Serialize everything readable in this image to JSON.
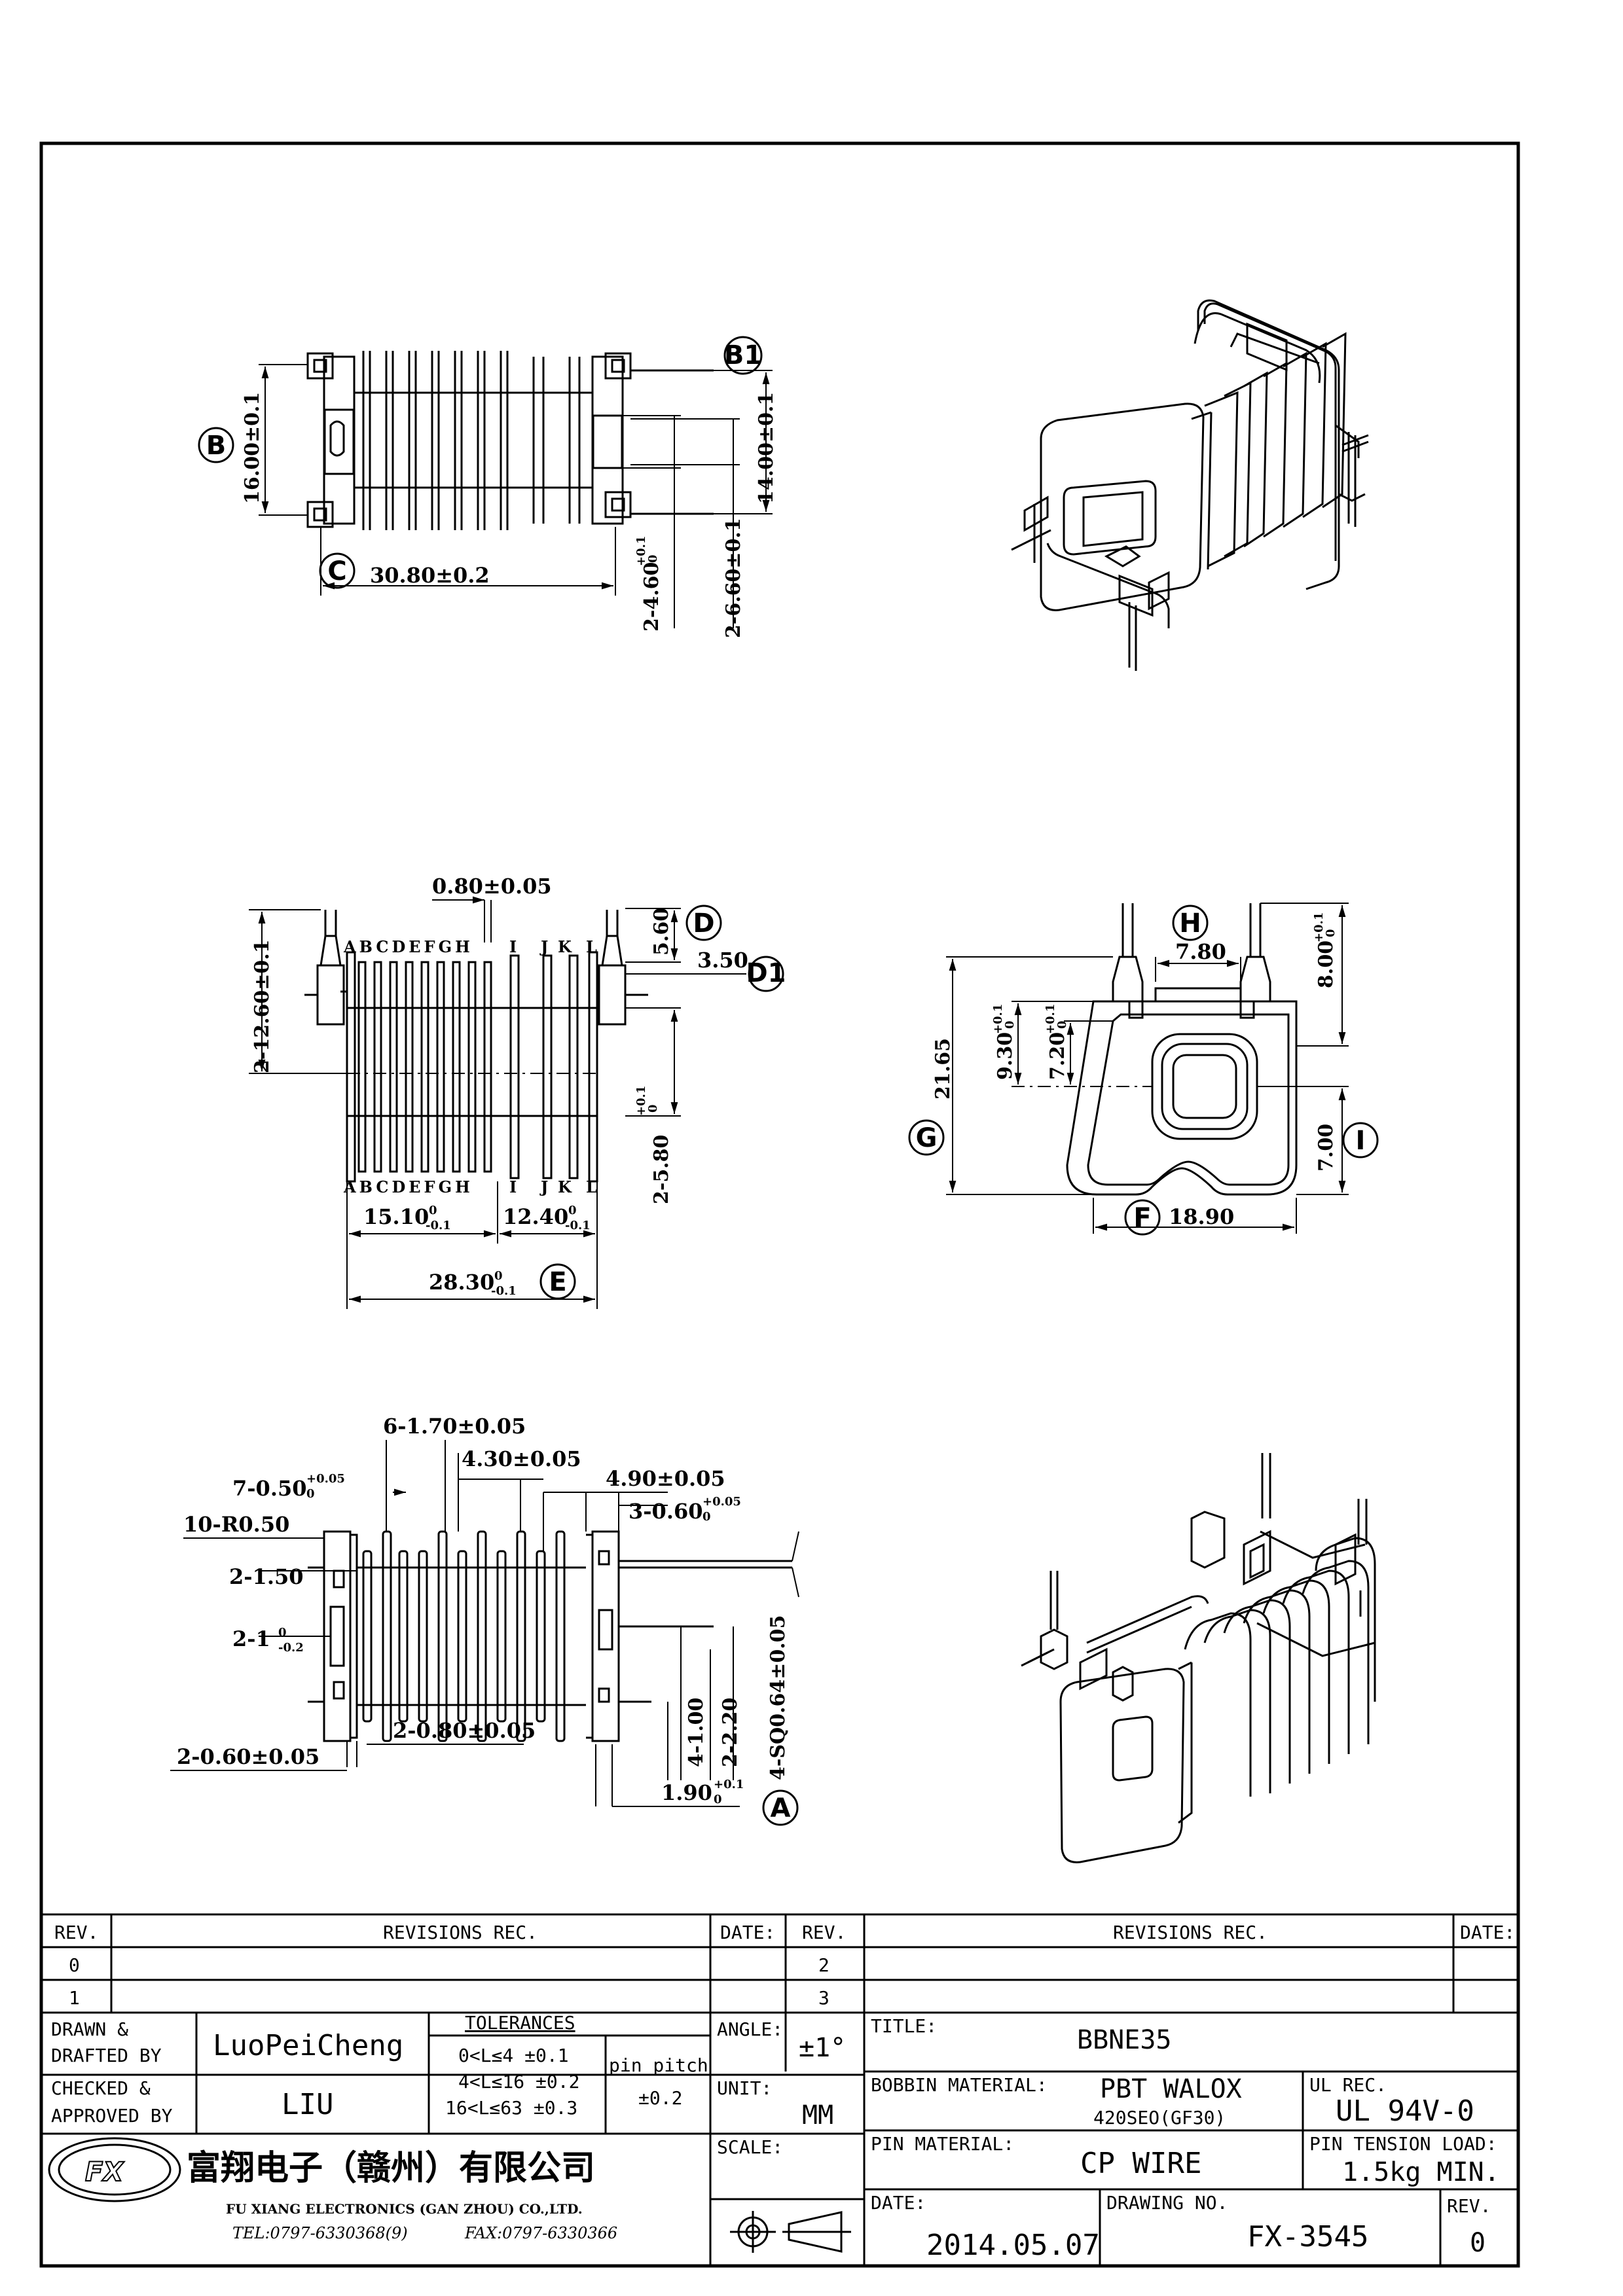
{
  "drawing": {
    "top_view": {
      "dims": [
        "16.00±0.1",
        "30.80±0.2",
        "14.00±0.1",
        "2-4.60",
        "2-6.60±0.1"
      ],
      "tol_46": [
        "+0.1",
        "0"
      ],
      "labels": [
        "B",
        "C",
        "B1"
      ]
    },
    "front_view": {
      "dims": [
        "0.80±0.05",
        "5.60",
        "3.50",
        "2-12.60±0.1",
        "2-5.80",
        "15.10",
        "12.40",
        "28.30"
      ],
      "tol_pos": [
        "+0.1",
        "0"
      ],
      "tol_neg": [
        "0",
        "-0.1"
      ],
      "labels": [
        "D",
        "D1",
        "E"
      ],
      "pins_left": "ABCDEFGH",
      "pins_right": [
        "I",
        "J",
        "K",
        "L"
      ]
    },
    "side_view": {
      "dims": [
        "21.65",
        "9.30",
        "7.20",
        "7.80",
        "8.00",
        "7.00",
        "18.90"
      ],
      "tol_pos": [
        "+0.1",
        "0"
      ],
      "labels": [
        "H",
        "G",
        "F",
        "I"
      ]
    },
    "bottom_view": {
      "dims": [
        "6-1.70±0.05",
        "4.30±0.05",
        "7-0.50",
        "4.90±0.05",
        "3-0.60",
        "10-R0.50",
        "2-1.50",
        "2-1",
        "4-SQ0.64±0.05",
        "4-1.00",
        "2-2.20",
        "2-0.80±0.05",
        "2-0.60±0.05",
        "1.90"
      ],
      "tol_005": [
        "+0.05",
        "0"
      ],
      "tol_02": [
        "0",
        "-0.2"
      ],
      "tol_01": [
        "+0.1",
        "0"
      ],
      "labels": [
        "A"
      ]
    }
  },
  "title_block": {
    "rev_header": "REV.",
    "revisions_header": "REVISIONS  REC.",
    "date_header": "DATE:",
    "rev_values": [
      "0",
      "1",
      "2",
      "3"
    ],
    "drawn_label": [
      "DRAWN &",
      "DRAFTED BY"
    ],
    "drawn_value": "LuoPeiCheng",
    "checked_label": [
      "CHECKED &",
      "APPROVED BY"
    ],
    "checked_value": "LIU",
    "tolerances_header": "TOLERANCES",
    "tolerances": [
      "0<L≤4   ±0.1",
      "4<L≤16  ±0.2",
      "16<L≤63 ±0.3"
    ],
    "pin_pitch_label": "pin pitch",
    "pin_pitch_value": "±0.2",
    "angle_label": "ANGLE:",
    "angle_value": "±1°",
    "unit_label": "UNIT:",
    "unit_value": "MM",
    "scale_label": "SCALE:",
    "title_label": "TITLE:",
    "title_value": "BBNE35",
    "bobbin_label": "BOBBIN MATERIAL:",
    "bobbin_value": [
      "PBT WALOX",
      "420SEO(GF30)"
    ],
    "ul_label": "UL REC.",
    "ul_value": "UL 94V-0",
    "pin_material_label": "PIN MATERIAL:",
    "pin_material_value": "CP WIRE",
    "pin_tension_label": "PIN TENSION LOAD:",
    "pin_tension_value": "1.5kg  MIN.",
    "date_label": "DATE:",
    "date_value": "2014.05.07",
    "drawing_no_label": "DRAWING NO.",
    "drawing_no_value": "FX-3545",
    "rev_label": "REV.",
    "rev_value": "0",
    "company_cn": "富翔电子（赣州）有限公司",
    "company_en": "FU XIANG ELECTRONICS (GAN ZHOU) CO.,LTD.",
    "tel": "TEL:0797-6330368(9)",
    "fax": "FAX:0797-6330366",
    "logo_text": "FX"
  }
}
